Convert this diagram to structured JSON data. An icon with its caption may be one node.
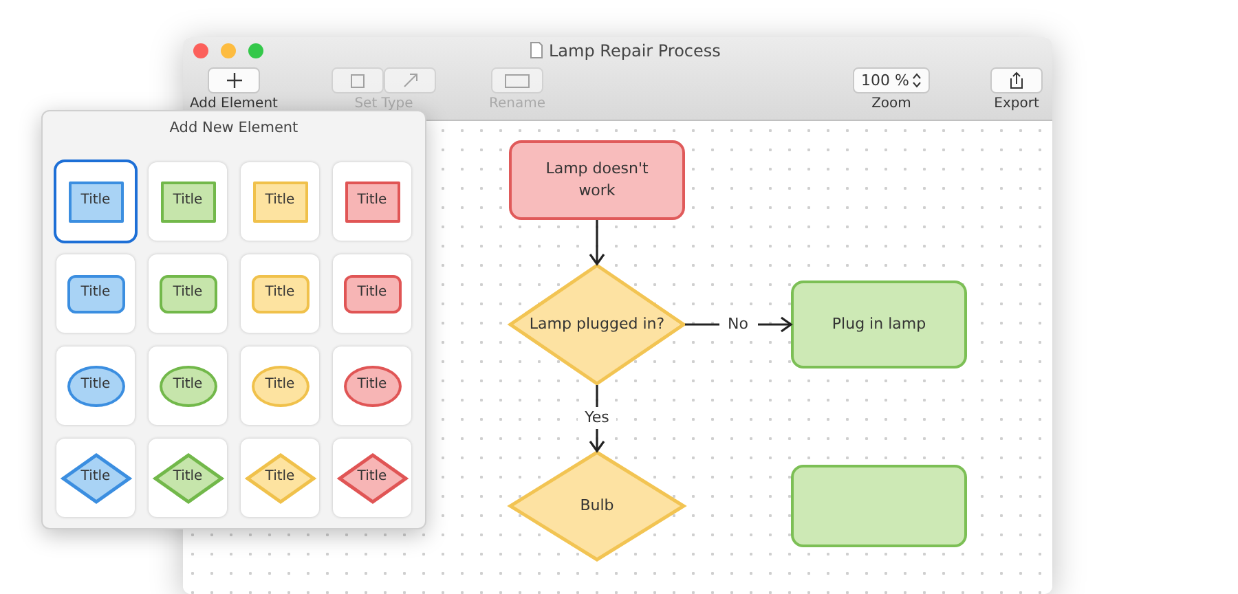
{
  "diagram": {
    "title": "Lamp Repair Process",
    "nodes": [
      {
        "text": [
          "Add New Element"
        ]
      },
      {
        "text": [
          "Title"
        ],
        "in": 0
      },
      {
        "text": [
          "Title"
        ],
        "in": 0
      },
      {
        "text": [
          "Title"
        ],
        "in": 0
      },
      {
        "text": [
          "Title"
        ],
        "in": 0
      },
      {
        "text": [
          "Title"
        ],
        "in": 0
      },
      {
        "text": [
          "Title"
        ],
        "in": 0
      },
      {
        "text": [
          "Title"
        ],
        "in": 0
      },
      {
        "text": [
          "Title"
        ],
        "in": 0
      },
      {
        "text": [
          "Title"
        ],
        "in": 0
      },
      {
        "text": [
          "Title"
        ],
        "in": 0
      },
      {
        "text": [
          "Title"
        ],
        "in": 0
      },
      {
        "text": [
          "Title"
        ],
        "in": 0
      },
      {
        "text": [
          "Title"
        ],
        "in": 0
      },
      {
        "text": [
          "Title"
        ],
        "in": 0
      },
      {
        "text": [
          "Title"
        ],
        "in": 0
      },
      {
        "text": [
          "Title"
        ],
        "in": 0
      },
      {
        "text": [
          "Lamp doesn't work"
        ]
      },
      {
        "text": [
          "Lamp plugged in?"
        ]
      },
      {
        "text": [
          "Plug in lamp"
        ]
      },
      {
        "text": [
          "Bulb"
        ]
      },
      {
        "text": [],
        "shape": "box"
      }
    ],
    "edges": [
      {
        "from": 17,
        "to": 18,
        "arrow": "to"
      },
      {
        "from": 18,
        "to": 19,
        "arrow": "to",
        "label": "No"
      },
      {
        "from": 18,
        "to": 20,
        "arrow": "to",
        "label": "Yes"
      }
    ],
    "labels": [
      "Add Element",
      "Set Type",
      "Rename",
      "100 %",
      "Zoom",
      "Export"
    ]
  }
}
